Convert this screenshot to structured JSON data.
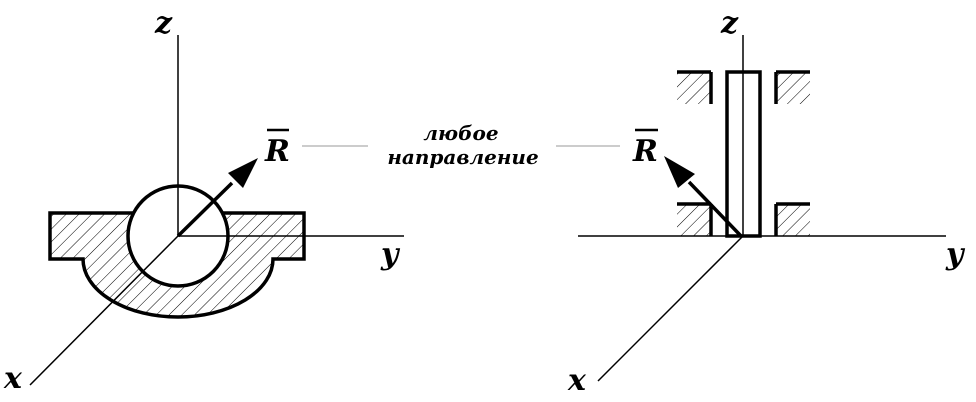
{
  "left_figure": {
    "axis_z": "z",
    "axis_y": "y",
    "axis_x": "x",
    "vector": "R"
  },
  "right_figure": {
    "axis_z": "z",
    "axis_y": "y",
    "axis_x": "x",
    "vector": "R"
  },
  "caption": {
    "line1": "любое",
    "line2": "направление"
  }
}
